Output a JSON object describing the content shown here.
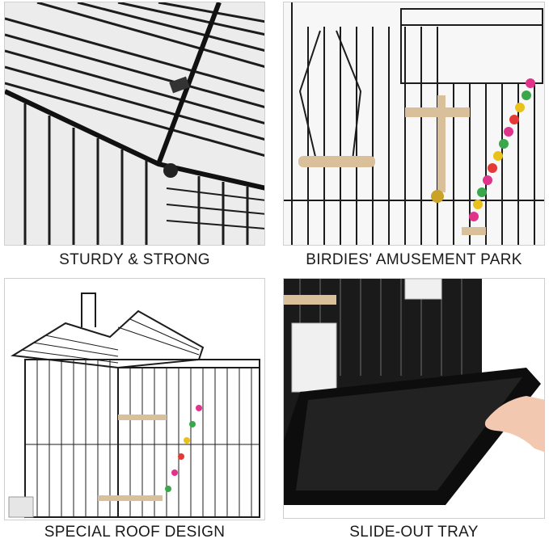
{
  "panels": [
    {
      "caption": "STURDY & STRONG"
    },
    {
      "caption": "BIRDIES' AMUSEMENT PARK"
    },
    {
      "caption": "SPECIAL ROOF DESIGN"
    },
    {
      "caption": "SLIDE-OUT TRAY"
    }
  ],
  "colors": {
    "wire": "#1c1c1c",
    "background": "#ffffff",
    "tray": "#111111",
    "perch": "#d9bf9a"
  }
}
